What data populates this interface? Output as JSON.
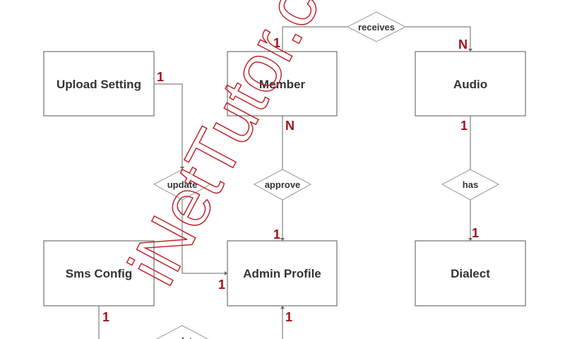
{
  "entities": {
    "upload_setting": "Upload Setting",
    "member": "Member",
    "audio": "Audio",
    "sms_config": "Sms Config",
    "admin_profile": "Admin Profile",
    "dialect": "Dialect"
  },
  "relationships": {
    "receives": "receives",
    "update_upload": "update",
    "approve": "approve",
    "has": "has",
    "update_sms": "update"
  },
  "cardinalities": {
    "member_receives": "1",
    "audio_receives": "N",
    "upload_setting_update": "1",
    "member_approve": "N",
    "audio_has": "1",
    "approve_admin": "1",
    "dialect_has": "1",
    "admin_update": "1",
    "sms_config_update": "1",
    "admin_bottom": "1"
  },
  "watermark": "iNetTutor.com",
  "colors": {
    "cardinality": "#a0101c",
    "watermark": "#c0252d",
    "entity_border": "#555555",
    "relationship_border": "#999999",
    "edge": "#666666",
    "text": "#333333"
  }
}
